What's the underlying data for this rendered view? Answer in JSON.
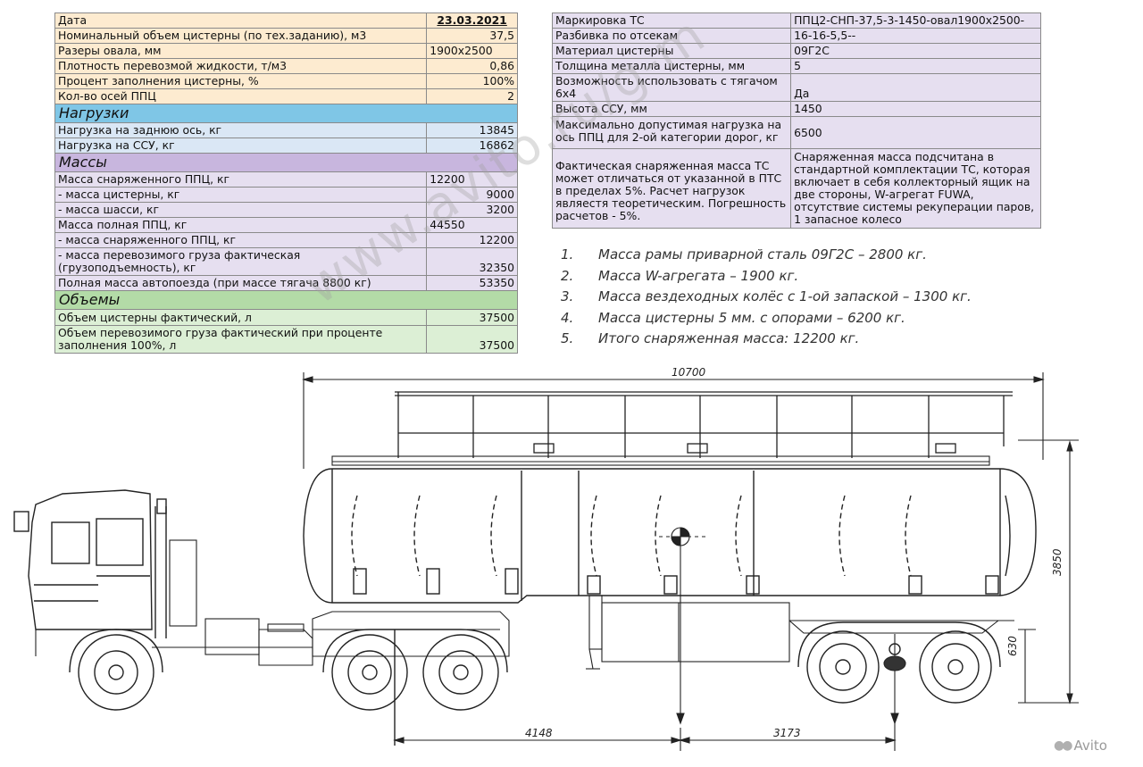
{
  "left_table": {
    "rows1": [
      {
        "k": "Дата",
        "v": "23.03.2021",
        "align": "date"
      },
      {
        "k": "Номинальный объем цистерны (по тех.заданию), м3",
        "v": "37,5",
        "align": "r"
      },
      {
        "k": "Разеры овала, мм",
        "v": "1900х2500",
        "align": "l"
      },
      {
        "k": "Плотность перевозмой жидкости, т/м3",
        "v": "0,86",
        "align": "r"
      },
      {
        "k": "Процент заполнения цистерны, %",
        "v": "100%",
        "align": "r"
      },
      {
        "k": "Кол-во осей ППЦ",
        "v": "2",
        "align": "r"
      }
    ],
    "sec_loads": "Нагрузки",
    "rows2": [
      {
        "k": "Нагрузка на заднюю ось, кг",
        "v": "13845"
      },
      {
        "k": "Нагрузка на ССУ, кг",
        "v": "16862"
      }
    ],
    "sec_mass": "Массы",
    "rows3": [
      {
        "k": "Масса снаряженного ППЦ, кг",
        "v": "12200",
        "align": "l"
      },
      {
        "k": "   - масса цистерны, кг",
        "v": "9000",
        "align": "r"
      },
      {
        "k": "   - масса шасси, кг",
        "v": "3200",
        "align": "r"
      },
      {
        "k": "Масса полная ППЦ, кг",
        "v": "44550",
        "align": "l"
      },
      {
        "k": "   - масса снаряженного ППЦ, кг",
        "v": "12200",
        "align": "r"
      }
    ],
    "cargo_k1": "   - масса перевозимого груза фактическая",
    "cargo_k2": "     (грузоподъемность), кг",
    "cargo_v": "32350",
    "train_k": "Полная масса автопоезда (при массе тягача 8800 кг)",
    "train_v": "53350",
    "sec_vol": "Объемы",
    "vol1_k": "Объем цистерны фактический, л",
    "vol1_v": "37500",
    "vol2_k1": "Объем перевозимого груза фактический при проценте",
    "vol2_k2": "заполнения 100%, л",
    "vol2_v": "37500"
  },
  "right_table": {
    "rows": [
      {
        "k": "Маркировка ТС",
        "v": "ППЦ2-СНП-37,5-3-1450-овал1900х2500-"
      },
      {
        "k": "Разбивка по отсекам",
        "v": "16-16-5,5--"
      },
      {
        "k": "Материал цистерны",
        "v": "09Г2С"
      },
      {
        "k": "Толщина металла цистерны, мм",
        "v": "5"
      }
    ],
    "tractor_k": "Возможность использовать с тягачом 6х4",
    "tractor_v": "Да",
    "ssu_k": "Высота ССУ, мм",
    "ssu_v": "1450",
    "load_k": "Максимально допустимая нагрузка на ось ППЦ для 2-ой категории дорог, кг",
    "load_v": "6500",
    "fact_k": "Фактическая снаряженная масса ТС может отличаться от указанной в ПТС в пределах 5%. Расчет нагрузок являестя теоретическим. Погрешность расчетов - 5%.",
    "fact_v": "Снаряженная масса подсчитана в стандартной комплектации ТС, которая включает в себя коллекторный ящик на две стороны, W-агрегат FUWA, отсутствие системы рекуперации паров, 1 запасное колесо"
  },
  "notes": [
    {
      "n": "1.",
      "t": "Масса рамы приварной сталь 09Г2С – 2800 кг."
    },
    {
      "n": "2.",
      "t": "Масса W-агрегата – 1900 кг."
    },
    {
      "n": "3.",
      "t": "Масса вездеходных колёс с 1-ой запаской  – 1300 кг."
    },
    {
      "n": "4.",
      "t": "Масса цистерны 5 мм. с опорами – 6200 кг."
    },
    {
      "n": "5.",
      "t": "Итого снаряженная масса: 12200 кг."
    }
  ],
  "dimensions": {
    "overall_length": "10700",
    "height": "3850",
    "axle_height": "630",
    "kingpin_to_cg": "4148",
    "cg_to_axle": "3173"
  },
  "watermark": "www.avito.ru/g-m",
  "avito_logo": "Avito",
  "colors": {
    "yellow": "#fdebd0",
    "blue_head": "#7fc6e6",
    "blue_row": "#dae7f5",
    "purple_head": "#c8b6de",
    "purple_row": "#e6dff0",
    "green_head": "#b3dba7",
    "green_row": "#dcefd5"
  }
}
